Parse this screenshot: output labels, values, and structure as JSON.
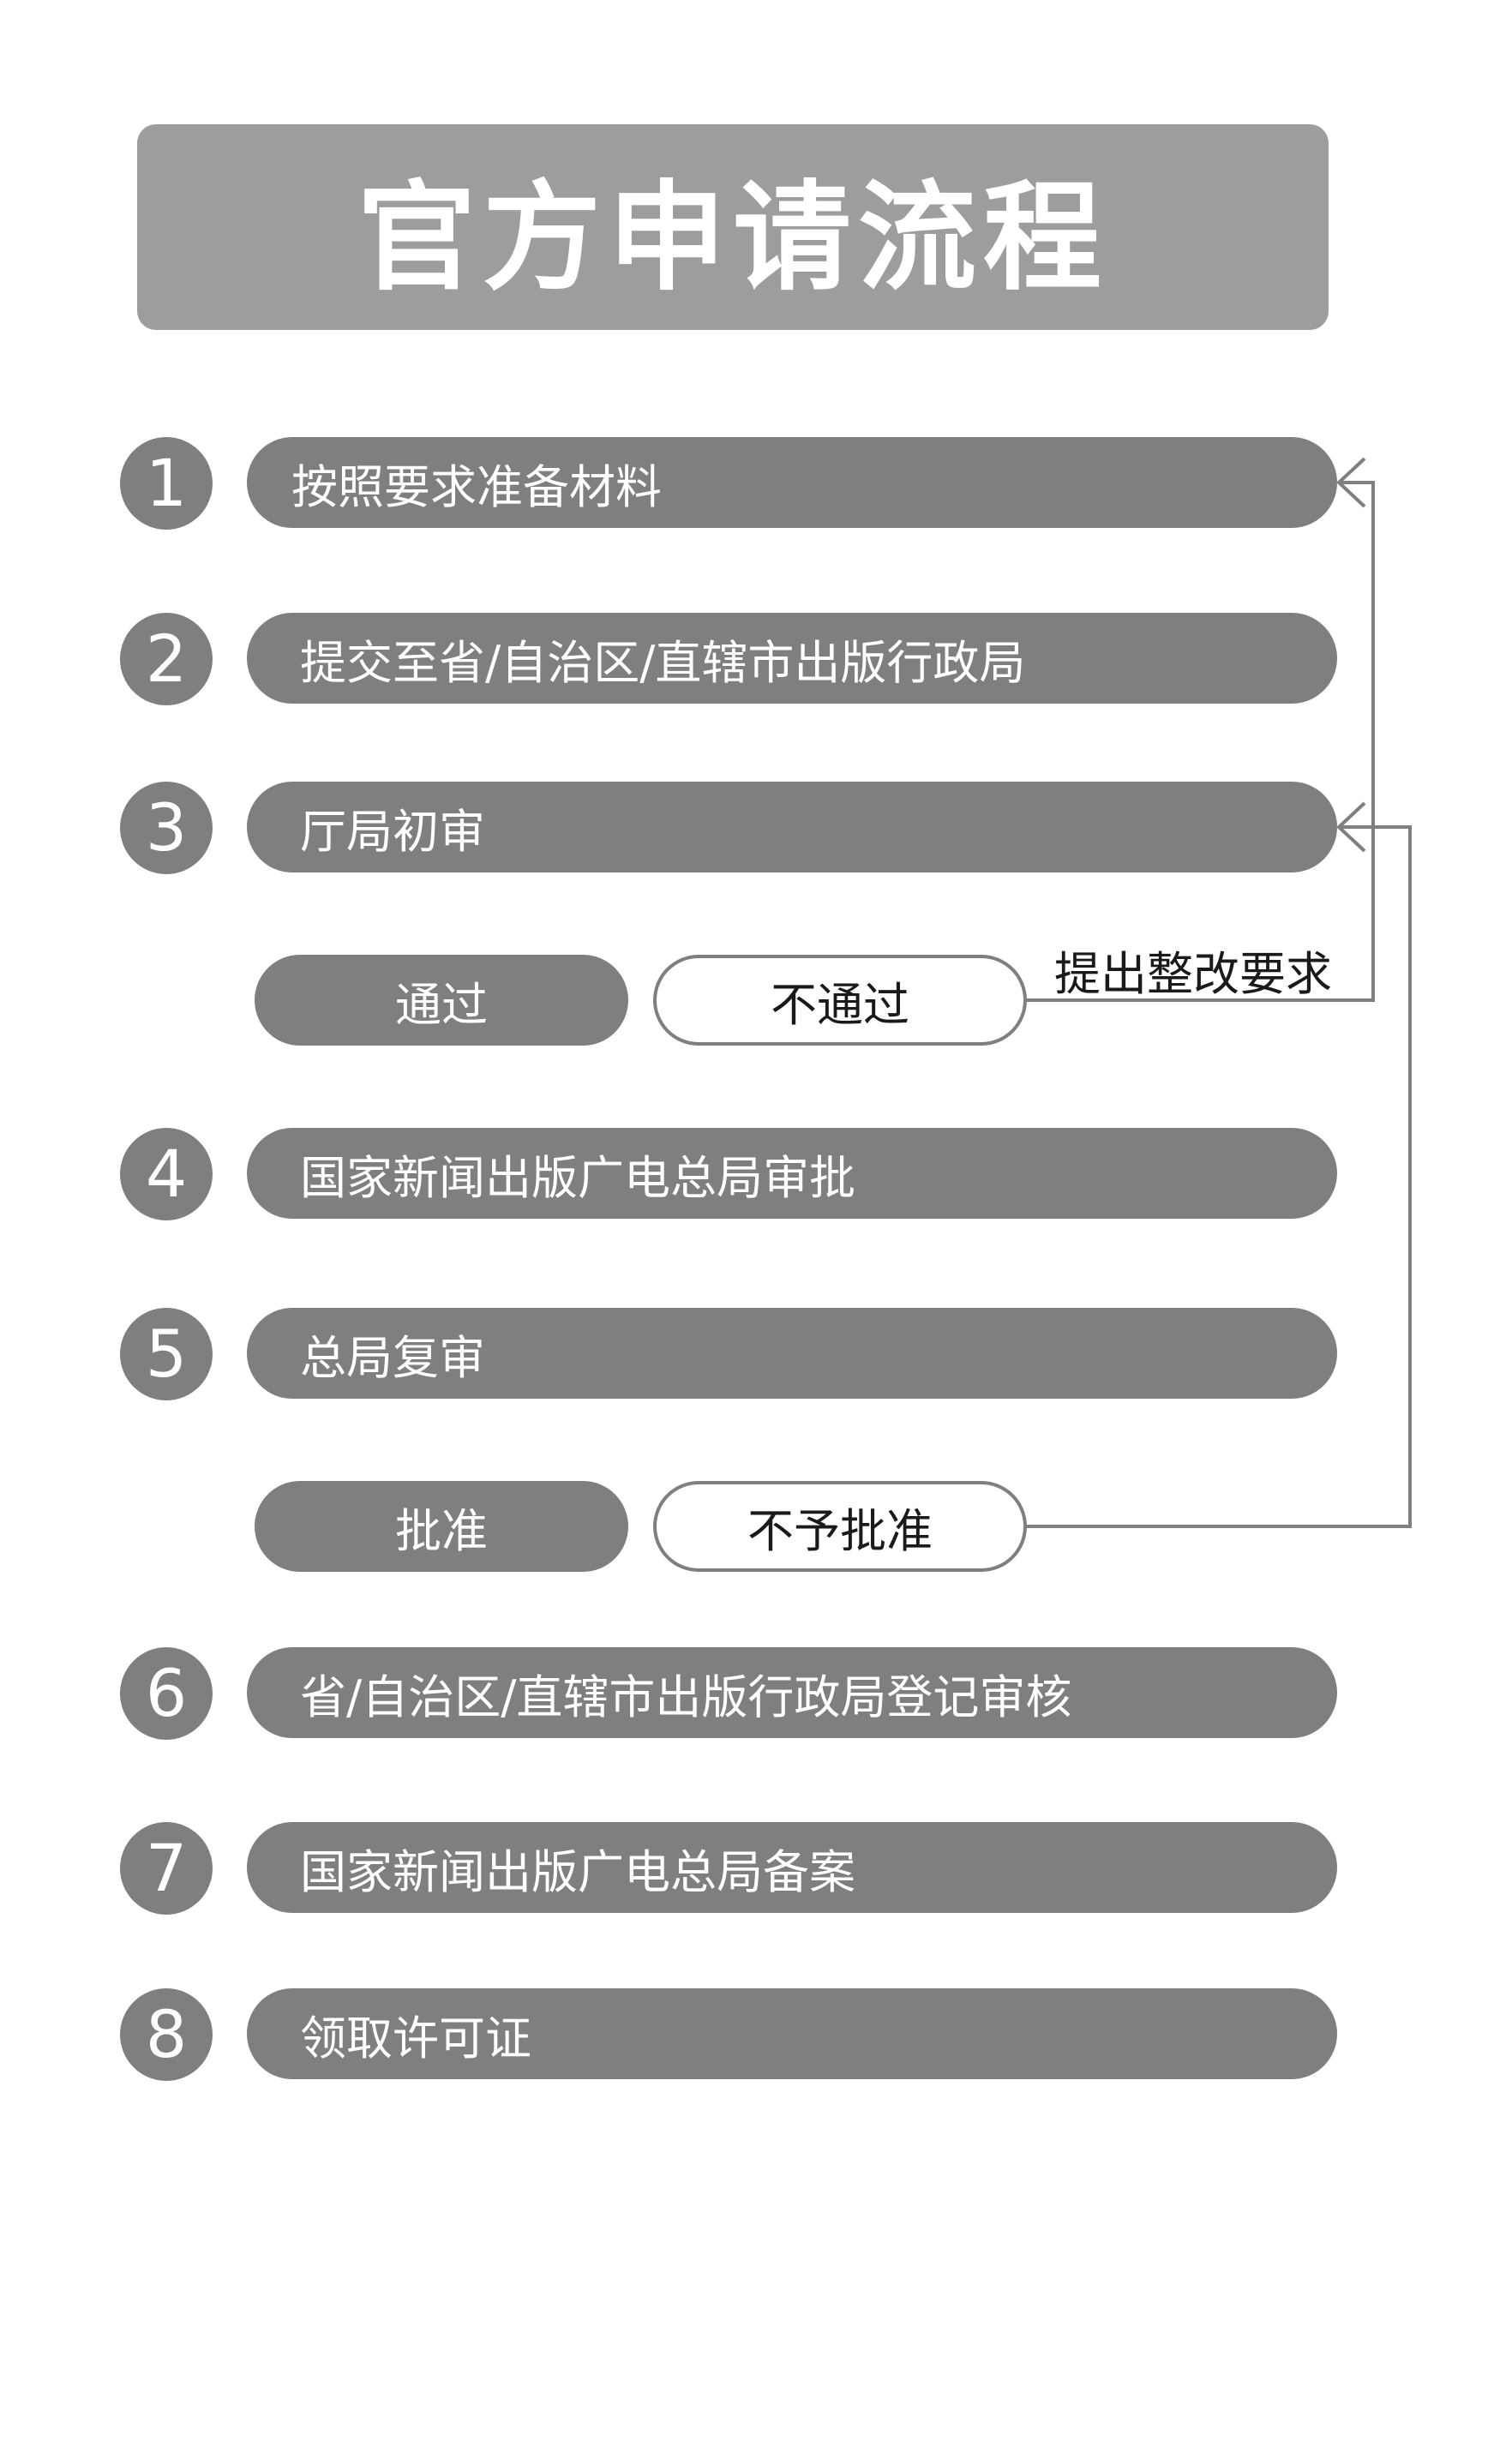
{
  "title": "官方申请流程",
  "steps": [
    {
      "number": "1",
      "label": "按照要求准备材料"
    },
    {
      "number": "2",
      "label": "提交至省/自治区/直辖市出版行政局"
    },
    {
      "number": "3",
      "label": "厅局初审"
    },
    {
      "number": "4",
      "label": "国家新闻出版广电总局审批"
    },
    {
      "number": "5",
      "label": "总局复审"
    },
    {
      "number": "6",
      "label": "省/自治区/直辖市出版行政局登记审核"
    },
    {
      "number": "7",
      "label": "国家新闻出版广电总局备案"
    },
    {
      "number": "8",
      "label": "领取许可证"
    }
  ],
  "branch_after_step_3": {
    "pass": "通过",
    "fail": "不通过",
    "fail_action": "提出整改要求"
  },
  "branch_after_step_5": {
    "approve": "批准",
    "reject": "不予批准"
  },
  "colors": {
    "title_bg": "#9c9d9d",
    "step_fill": "#7f7f7f",
    "connector": "#7f7f7f",
    "text_light": "#ffffff",
    "text_dark": "#1a1a1a"
  }
}
